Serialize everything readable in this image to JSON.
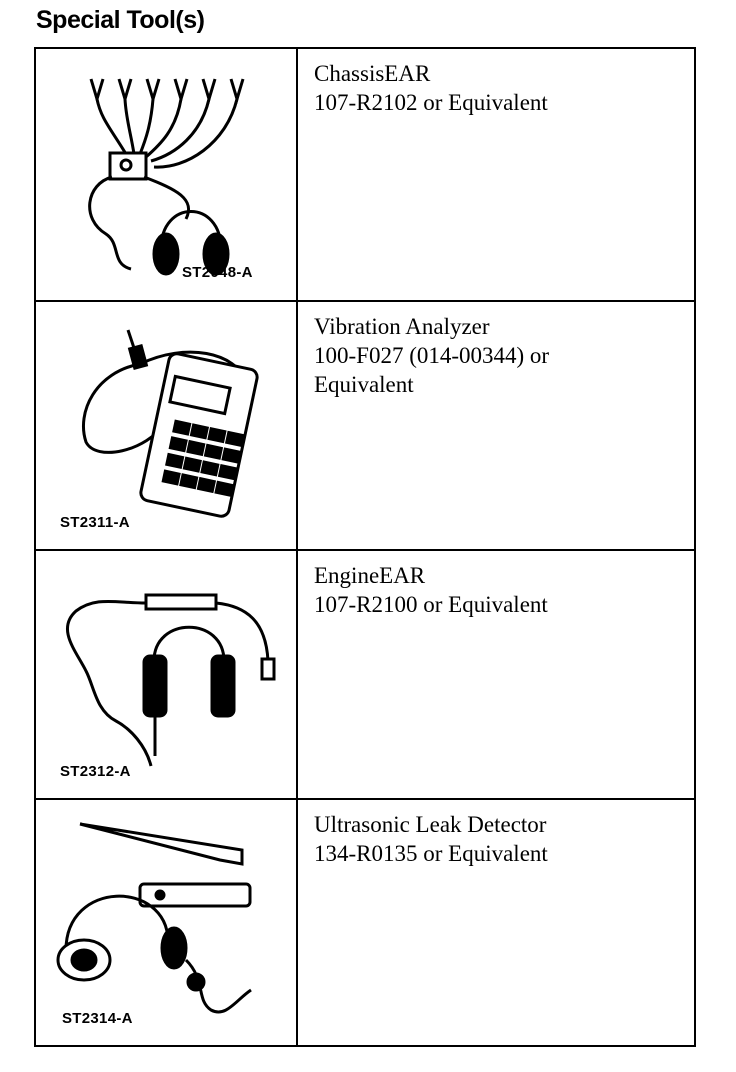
{
  "page_title": "Special Tool(s)",
  "tools": [
    {
      "name": "ChassisEAR",
      "part": "107-R2102 or Equivalent",
      "part2": "",
      "figure": "ST2048-A",
      "icon": "chassis-ear-icon"
    },
    {
      "name": "Vibration Analyzer",
      "part": "100-F027 (014-00344) or",
      "part2": "Equivalent",
      "figure": "ST2311-A",
      "icon": "vibration-analyzer-icon"
    },
    {
      "name": "EngineEAR",
      "part": "107-R2100 or Equivalent",
      "part2": "",
      "figure": "ST2312-A",
      "icon": "engine-ear-icon"
    },
    {
      "name": "Ultrasonic Leak Detector",
      "part": "134-R0135 or Equivalent",
      "part2": "",
      "figure": "ST2314-A",
      "icon": "ultrasonic-leak-detector-icon"
    }
  ]
}
